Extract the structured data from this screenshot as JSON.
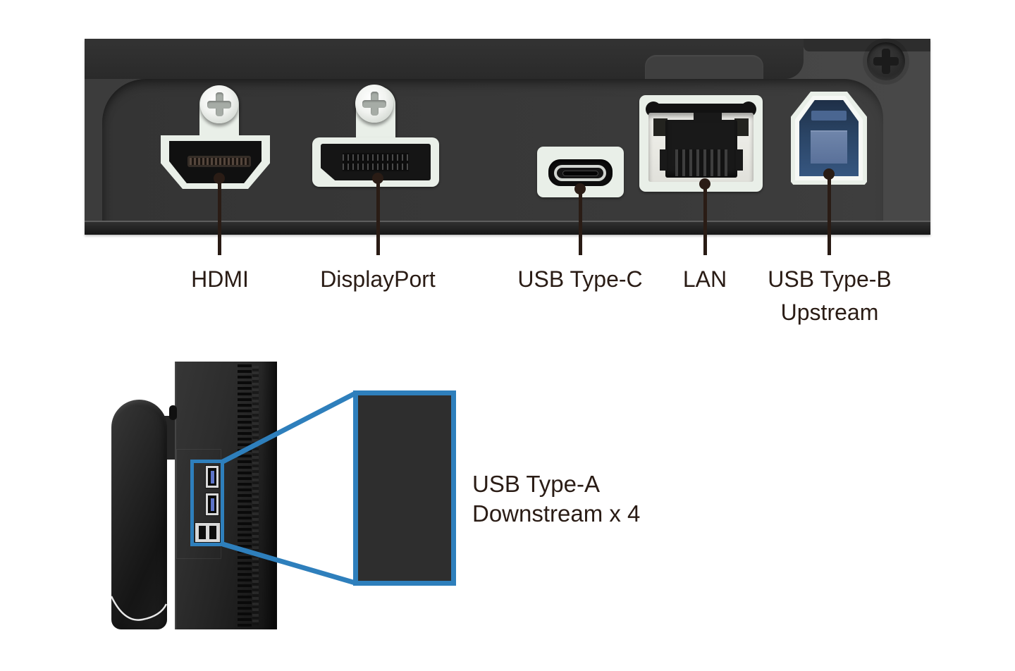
{
  "diagram_title": "monitor-connectivity-diagram",
  "colors": {
    "background": "#ffffff",
    "accent_blue": "#2e7fbc",
    "label_text": "#2a1c15",
    "panel_gray": "#3e3e3e",
    "bezel_mint": "#e9efe8",
    "usb3_tongue_blue": "#5d74c9",
    "usb_b_navy": "#2a4465"
  },
  "rear_panel": {
    "name": "monitor-rear-port-panel",
    "ports": [
      {
        "id": "hdmi",
        "icon": "hdmi-port-icon",
        "label": "HDMI"
      },
      {
        "id": "displayport",
        "icon": "displayport-port-icon",
        "label": "DisplayPort"
      },
      {
        "id": "usb_type_c",
        "icon": "usb-c-port-icon",
        "label": "USB Type-C"
      },
      {
        "id": "lan",
        "icon": "lan-port-icon",
        "label": "LAN"
      },
      {
        "id": "usb_type_b",
        "icon": "usb-b-port-icon",
        "label": "USB Type-B",
        "label_line2": "Upstream"
      }
    ]
  },
  "side_panel": {
    "name": "monitor-side-usb-ports",
    "callout": {
      "icon": "usb-a-ports-icon",
      "label_line1": "USB Type-A",
      "label_line2": "Downstream x 4",
      "port_count": 4
    }
  }
}
